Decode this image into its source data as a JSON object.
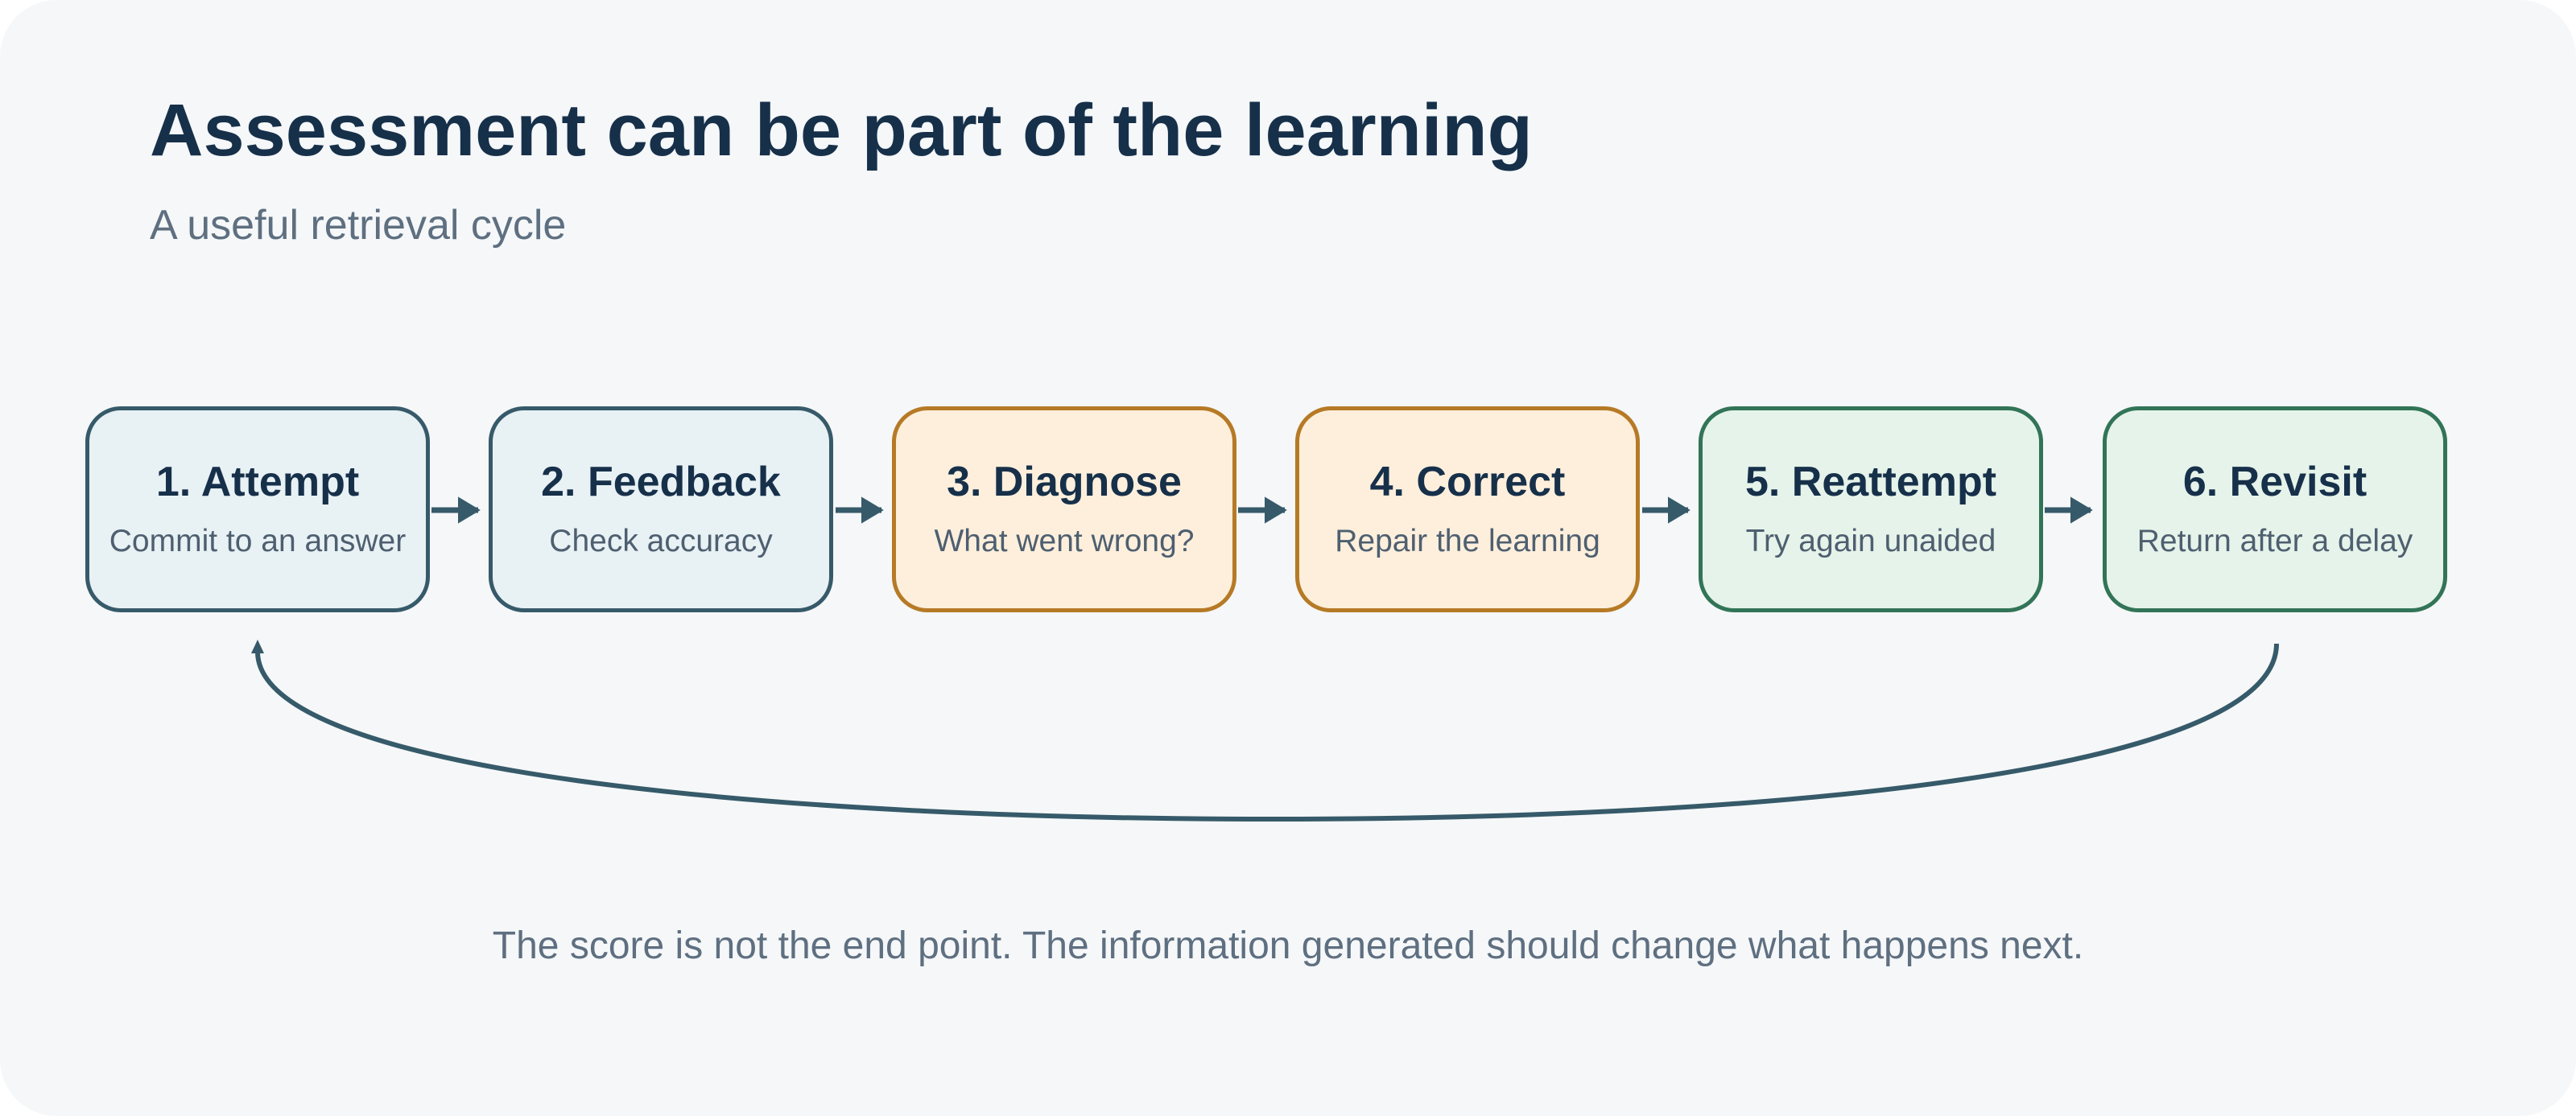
{
  "title": "Assessment can be part of the learning",
  "subtitle": "A useful retrieval cycle",
  "steps": [
    {
      "title": "1. Attempt",
      "desc": "Commit to an answer",
      "tone": "blue"
    },
    {
      "title": "2. Feedback",
      "desc": "Check accuracy",
      "tone": "blue"
    },
    {
      "title": "3. Diagnose",
      "desc": "What went wrong?",
      "tone": "orange"
    },
    {
      "title": "4. Correct",
      "desc": "Repair the learning",
      "tone": "orange"
    },
    {
      "title": "5. Reattempt",
      "desc": "Try again unaided",
      "tone": "green"
    },
    {
      "title": "6. Revisit",
      "desc": "Return after a delay",
      "tone": "green"
    }
  ],
  "footer": "The score is not the end point. The information generated should change what happens next.",
  "colors": {
    "background": "#f5f7f9",
    "text_dark": "#17304a",
    "text_muted": "#5e6f80",
    "blue_fill": "#e8f1f4",
    "blue_border": "#365a69",
    "orange_fill": "#fdefdc",
    "orange_border": "#b67a26",
    "green_fill": "#e6f3ea",
    "green_border": "#327457",
    "connector": "#365a69"
  }
}
